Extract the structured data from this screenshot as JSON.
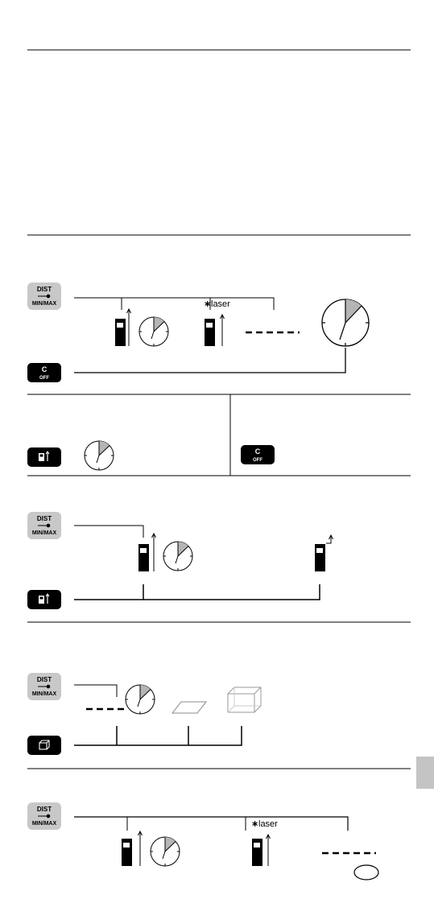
{
  "keys": {
    "dist_top": "DIST",
    "dist_bottom": "MIN/MAX",
    "clear_top": "C",
    "clear_bottom": "OFF"
  },
  "labels": {
    "laser": "laser"
  },
  "colors": {
    "key_gray": "#c8c8c8",
    "key_black": "#000000",
    "sector_gray": "#b5b5b5",
    "side_tab": "#c4c4c4"
  },
  "icons": {
    "dist_key": "laser-dot-icon",
    "off_key": "c-off-icon",
    "ref_key": "reference-point-icon",
    "volume_key": "volume-box-icon",
    "timer": "timer-icon",
    "device": "rangefinder-icon"
  }
}
